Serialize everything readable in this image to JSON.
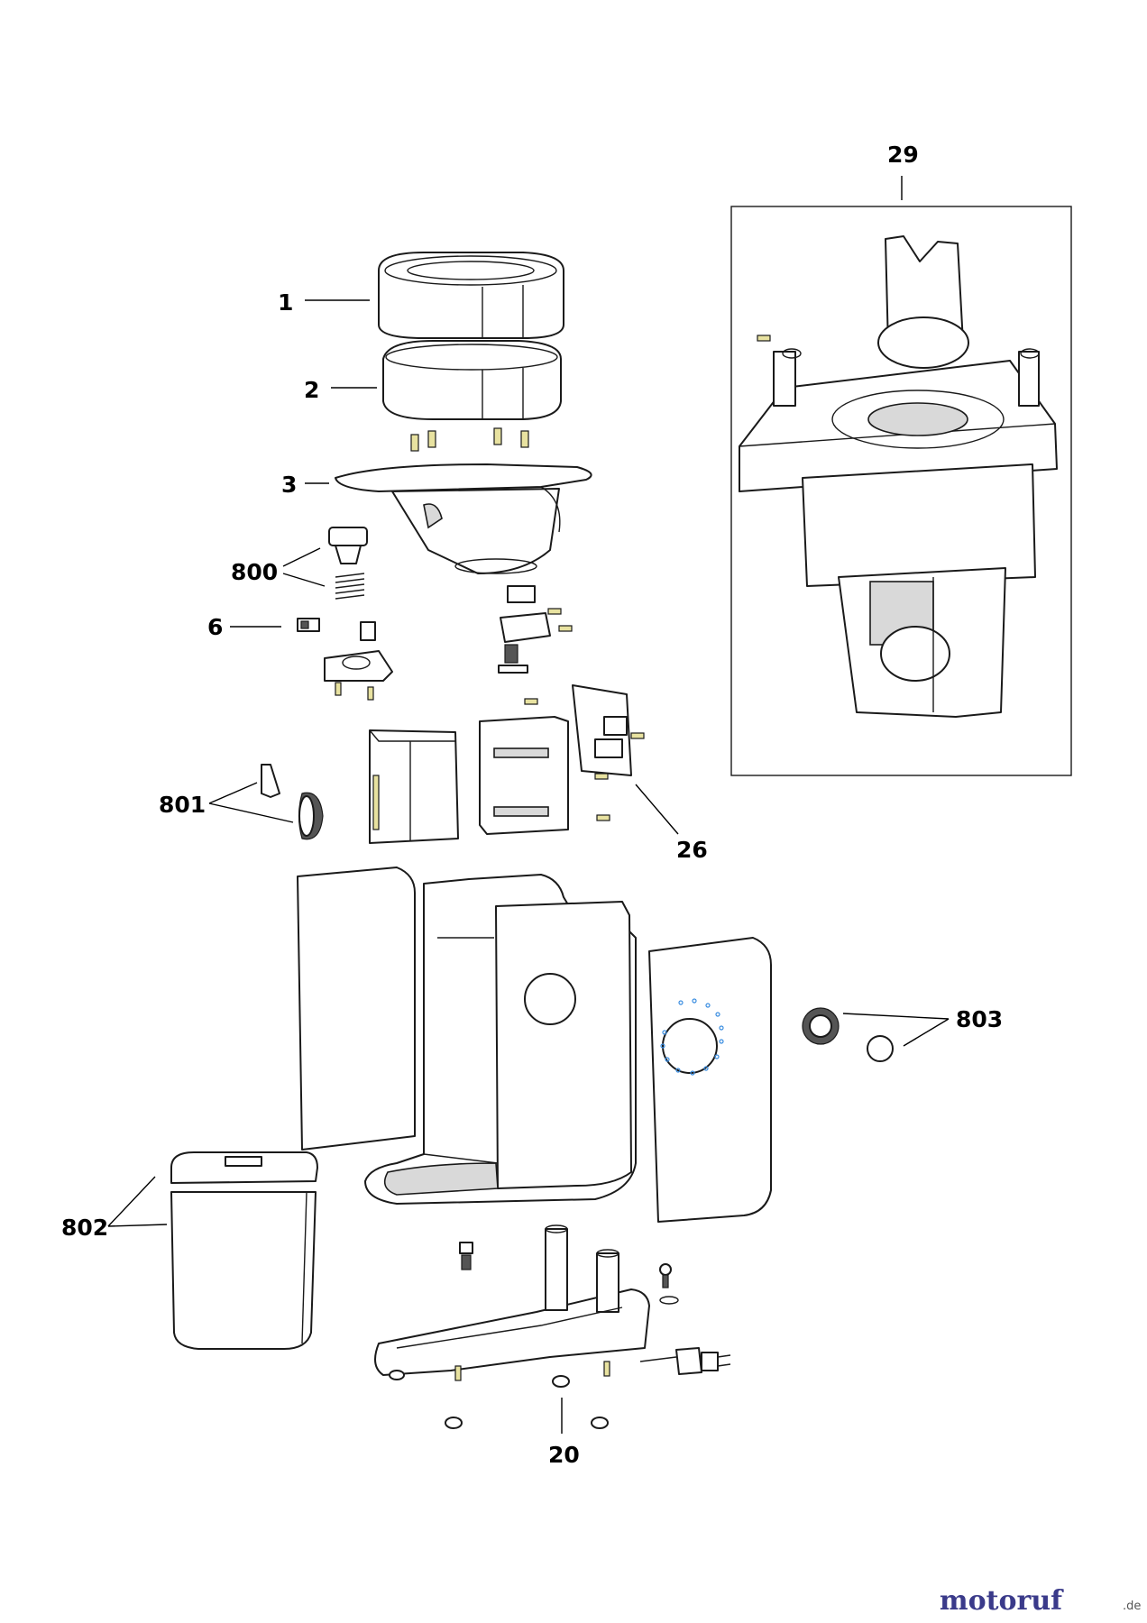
{
  "callouts": {
    "c1": "1",
    "c2": "2",
    "c3": "3",
    "c800": "800",
    "c6": "6",
    "c801": "801",
    "c26": "26",
    "c29": "29",
    "c803": "803",
    "c802": "802",
    "c20": "20"
  },
  "watermark": {
    "brand": "motoruf",
    "tld": ".de"
  }
}
